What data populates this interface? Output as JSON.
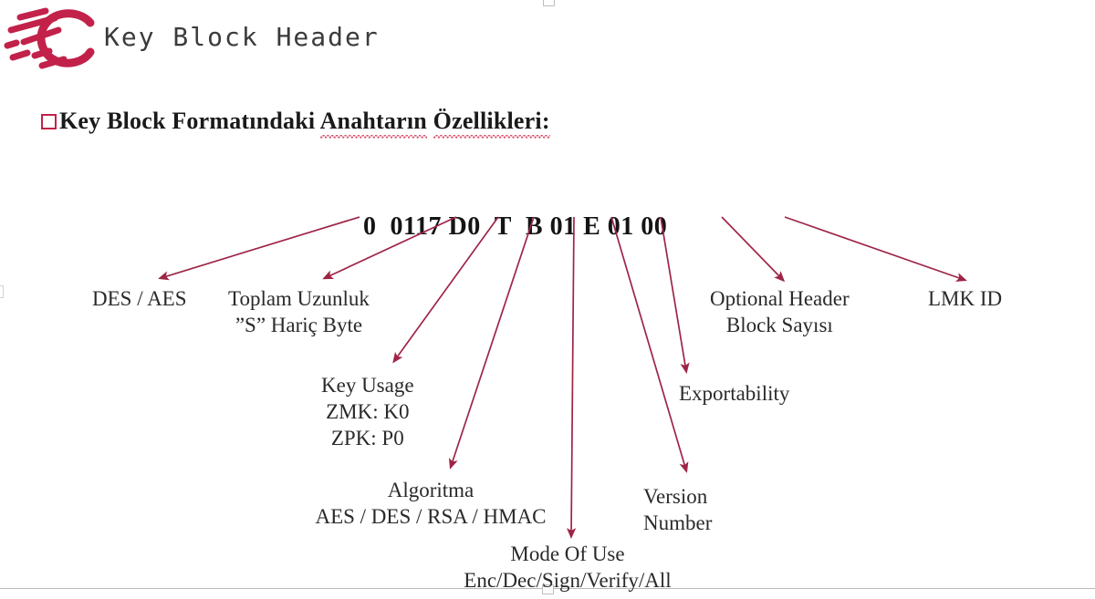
{
  "document": {
    "title": "Key Block Header",
    "logo_name": "company-c-logo",
    "logo_color": "#c2224a"
  },
  "heading": {
    "bullet_color": "#c2224a",
    "segments": [
      {
        "text": "Key Block Formatındaki ",
        "spellcheck_underline": false
      },
      {
        "text": "Anahtarın",
        "spellcheck_underline": true
      },
      {
        "text": " ",
        "spellcheck_underline": false
      },
      {
        "text": "Özellikleri:",
        "spellcheck_underline": true
      }
    ],
    "full_text": "Key Block Formatındaki Anahtarın Özellikleri:"
  },
  "key_block": {
    "full_string": "0  0117  D0  T  B  01  E  01  00",
    "fields": [
      {
        "id": "version-id",
        "value": "0"
      },
      {
        "id": "block-length",
        "value": "0117"
      },
      {
        "id": "key-usage",
        "value": "D0"
      },
      {
        "id": "algorithm",
        "value": "T"
      },
      {
        "id": "mode-of-use",
        "value": "B"
      },
      {
        "id": "key-version-number",
        "value": "01"
      },
      {
        "id": "exportability",
        "value": "E"
      },
      {
        "id": "optional-blocks",
        "value": "01"
      },
      {
        "id": "lmk-id",
        "value": "00"
      }
    ]
  },
  "annotations": [
    {
      "id": "des-aes",
      "lines": [
        "DES / AES"
      ]
    },
    {
      "id": "toplam-uzunluk",
      "lines": [
        "Toplam Uzunluk",
        "”S” Hariç Byte"
      ]
    },
    {
      "id": "key-usage",
      "lines": [
        "Key Usage",
        "ZMK: K0",
        "ZPK: P0"
      ]
    },
    {
      "id": "algoritma",
      "lines": [
        "Algoritma",
        "AES / DES / RSA / HMAC"
      ]
    },
    {
      "id": "mode-of-use",
      "lines": [
        "Mode Of Use",
        "Enc/Dec/Sign/Verify/All"
      ]
    },
    {
      "id": "version-number",
      "lines": [
        "Version",
        "Number"
      ]
    },
    {
      "id": "exportability",
      "lines": [
        "Exportability"
      ]
    },
    {
      "id": "optional-header",
      "lines": [
        "Optional Header",
        "Block Sayısı"
      ]
    },
    {
      "id": "lmk-id",
      "lines": [
        "LMK ID"
      ]
    }
  ],
  "arrows": {
    "color": "#9e2546",
    "count": 9
  }
}
